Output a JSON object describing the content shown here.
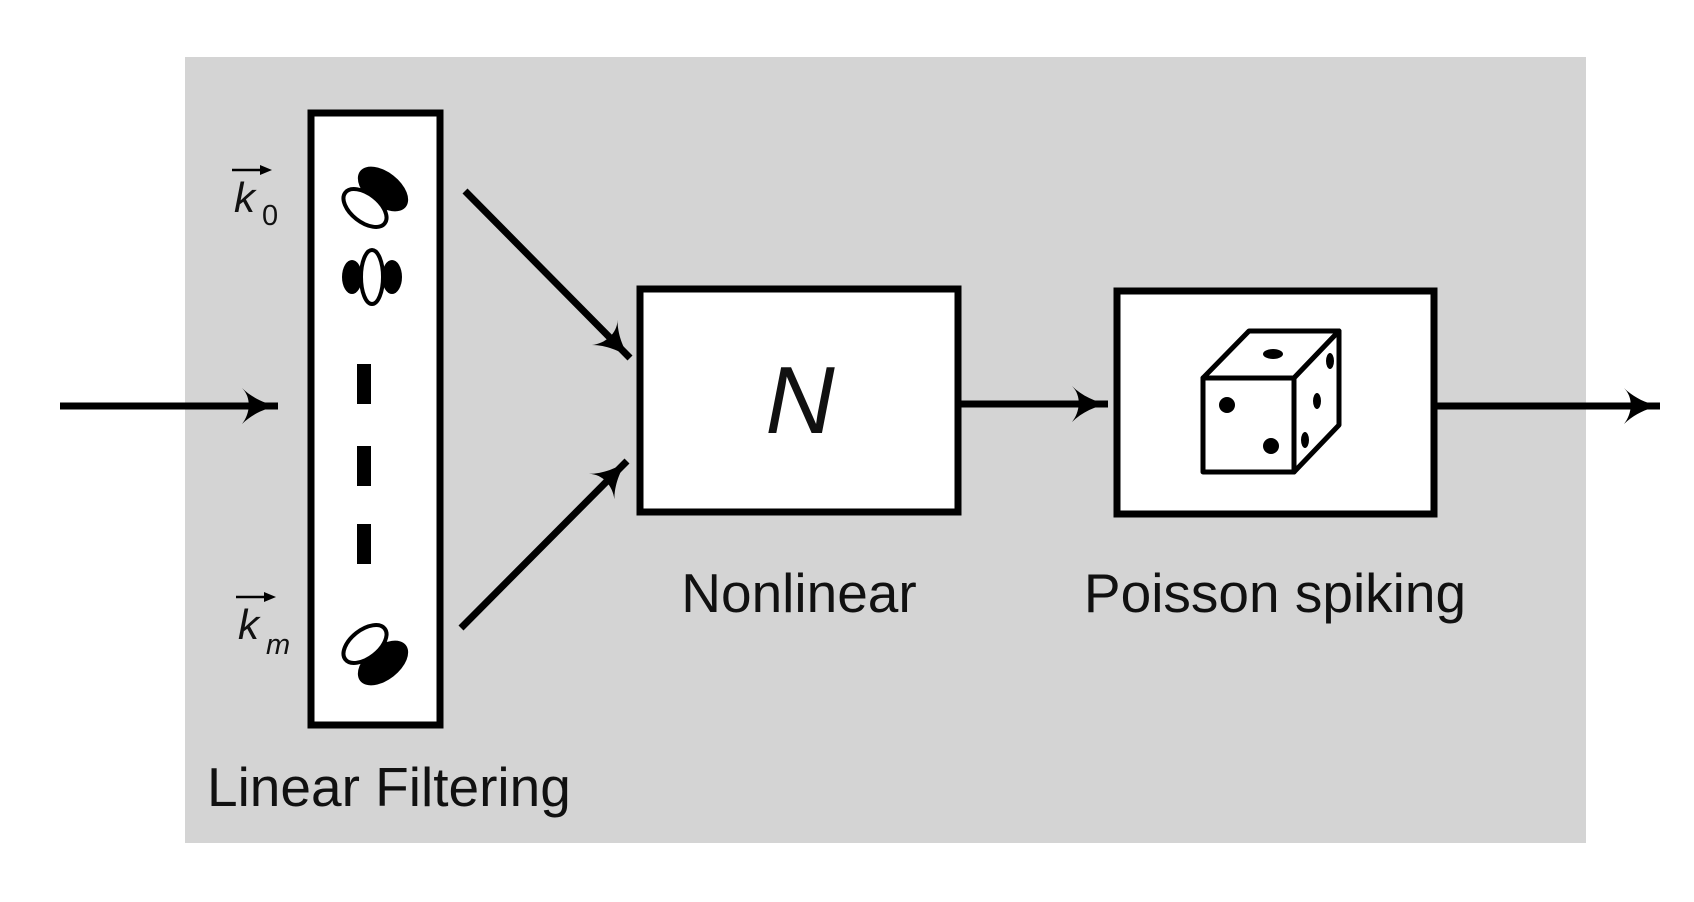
{
  "labels": {
    "linear_filtering": "Linear Filtering",
    "nonlinear": "Nonlinear",
    "nonlinear_symbol": "N",
    "poisson_spiking": "Poisson spiking",
    "filter_first": "k",
    "filter_first_subscript": "0",
    "filter_last": "k",
    "filter_last_subscript": "m"
  },
  "colors": {
    "background_panel": "#d4d4d4",
    "stroke": "#000000",
    "box_fill": "#ffffff"
  },
  "icons": {
    "filter_kernels": [
      "gabor-kernel-icon",
      "gabor-kernel-icon",
      "gabor-kernel-icon"
    ],
    "stochastic": "dice-icon"
  }
}
